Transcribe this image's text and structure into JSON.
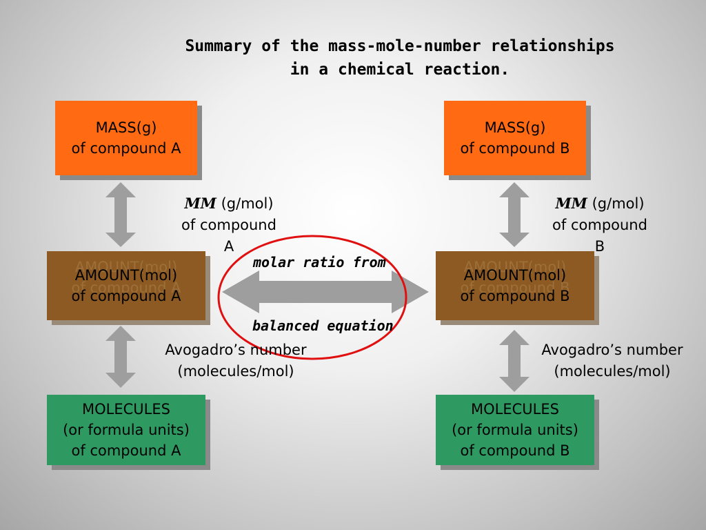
{
  "title": {
    "line1": "Summary of the mass-mole-number relationships",
    "line2": "in a chemical reaction."
  },
  "compoundA": {
    "mass": {
      "line1": "MASS(g)",
      "line2": "of compound A"
    },
    "amount": {
      "line1": "AMOUNT(mol)",
      "line2": "of compound A"
    },
    "molecules": {
      "line1": "MOLECULES",
      "line2": "(or formula units)",
      "line3": "of compound A"
    },
    "mm_label": {
      "mm": "MM",
      "unit": " (g/mol)",
      "line2": "of compound",
      "line3": "A"
    },
    "avogadro_label": {
      "line1": "Avogadro’s number",
      "line2": "(molecules/mol)"
    }
  },
  "compoundB": {
    "mass": {
      "line1": "MASS(g)",
      "line2": "of compound B"
    },
    "amount": {
      "line1": "AMOUNT(mol)",
      "line2": "of compound B"
    },
    "molecules": {
      "line1": "MOLECULES",
      "line2": "(or formula units)",
      "line3": "of compound B"
    },
    "mm_label": {
      "mm": "MM",
      "unit": " (g/mol)",
      "line2": "of compound",
      "line3": "B"
    },
    "avogadro_label": {
      "line1": "Avogadro’s number",
      "line2": "(molecules/mol)"
    }
  },
  "molar_ratio": {
    "line1": "molar ratio from",
    "line2": "balanced equation"
  },
  "colors": {
    "mass": "#ff6a13",
    "amount": "#8c5a22",
    "molecules": "#2e9a62",
    "arrow": "#9e9e9e",
    "ellipse": "#e01010"
  }
}
